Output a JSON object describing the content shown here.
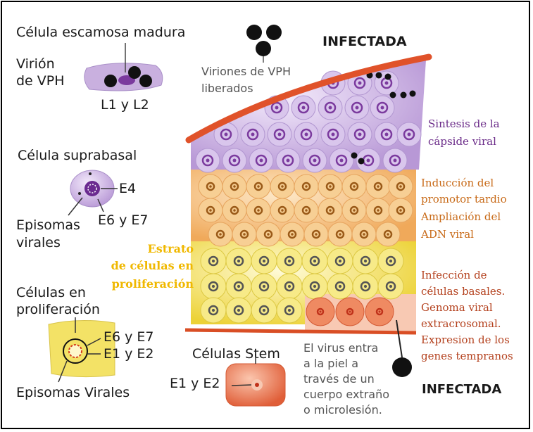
{
  "labels": {
    "mature_cell": "Célula escamosa madura",
    "virion_1": "Virión",
    "virion_2": "de VPH",
    "l1l2": "L1 y L2",
    "released_1": "Viriones de VPH",
    "released_2": "liberados",
    "infected_top": "INFECTADA",
    "suprabasal": "Célula suprabasal",
    "e4": "E4",
    "episomas_1": "Episomas",
    "episomas_2": "virales",
    "e6e7_top": "E6 y E7",
    "estrato_1": "Estrato",
    "estrato_2": "de células en",
    "estrato_3": "proliferación",
    "prolif_1": "Células en",
    "prolif_2": "proliferación",
    "e6e7_bottom": "E6 y E7",
    "e1e2_bottom": "E1 y E2",
    "episomas_virales": "Episomas Virales",
    "stem": "Células Stem",
    "e1e2_stem": "E1 y E2",
    "virus_entry_1": "El virus entra",
    "virus_entry_2": "a la piel a",
    "virus_entry_3": "través de un",
    "virus_entry_4": "cuerpo extraño",
    "virus_entry_5": "o microlesión.",
    "infected_bottom": "INFECTADA",
    "capsid_1": "Sintesis de la",
    "capsid_2": "cápside viral",
    "induction_1": "Inducción del",
    "induction_2": "promotor tardio",
    "induction_3": "Ampliación del",
    "induction_4": "ADN viral",
    "infection_1": "Infección de",
    "infection_2": "células basales.",
    "infection_3": "Genoma viral",
    "infection_4": "extracrosomal.",
    "infection_5": "Expresion de los",
    "infection_6": "genes tempranos"
  },
  "colors": {
    "purple_layer": "#c9b0df",
    "purple_nucleus": "#7b3a9e",
    "orange_layer": "#f4bf78",
    "yellow_layer": "#f3e266",
    "basal_red": "#e9714b",
    "surface_line": "#e0522a",
    "gold_text": "#f0b800"
  }
}
